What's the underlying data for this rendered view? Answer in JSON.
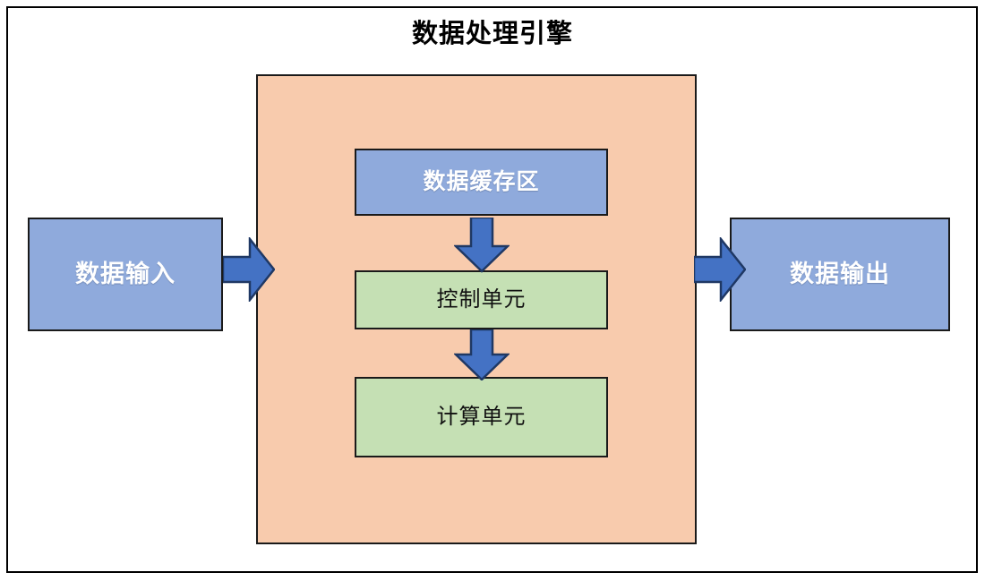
{
  "diagram": {
    "title": "数据处理引擎",
    "type": "block-diagram",
    "frame": {
      "name": "outer-frame",
      "border_color": "#000000",
      "background": "#FFFFFF"
    },
    "container": {
      "name": "engine-container",
      "label": "数据处理引擎",
      "fill": "#F8CBAD",
      "border_color": "#1A1A1A"
    },
    "nodes": [
      {
        "id": "data-input",
        "label": "数据输入",
        "fill": "#8FAADC",
        "text_color": "#FFFFFF",
        "style": "blue"
      },
      {
        "id": "data-cache",
        "label": "数据缓存区",
        "fill": "#8FAADC",
        "text_color": "#FFFFFF",
        "style": "blue"
      },
      {
        "id": "control-unit",
        "label": "控制单元",
        "fill": "#C5E0B4",
        "text_color": "#111111",
        "style": "green"
      },
      {
        "id": "compute-unit",
        "label": "计算单元",
        "fill": "#C5E0B4",
        "text_color": "#111111",
        "style": "green"
      },
      {
        "id": "data-output",
        "label": "数据输出",
        "fill": "#8FAADC",
        "text_color": "#FFFFFF",
        "style": "blue"
      }
    ],
    "arrows": [
      {
        "id": "arrow-input-to-engine",
        "direction": "right",
        "from": "data-input",
        "to": "engine-container",
        "fill": "#4472C4",
        "stroke": "#1F3864"
      },
      {
        "id": "arrow-cache-to-control",
        "direction": "down",
        "from": "data-cache",
        "to": "control-unit",
        "fill": "#4472C4",
        "stroke": "#1F3864"
      },
      {
        "id": "arrow-control-to-compute",
        "direction": "down",
        "from": "control-unit",
        "to": "compute-unit",
        "fill": "#4472C4",
        "stroke": "#1F3864"
      },
      {
        "id": "arrow-engine-to-output",
        "direction": "right",
        "from": "engine-container",
        "to": "data-output",
        "fill": "#4472C4",
        "stroke": "#1F3864"
      }
    ],
    "colors": {
      "blue_fill": "#8FAADC",
      "green_fill": "#C5E0B4",
      "orange_fill": "#F8CBAD",
      "arrow_fill": "#4472C4",
      "arrow_stroke": "#1F3864",
      "border": "#1A1A1A"
    }
  }
}
